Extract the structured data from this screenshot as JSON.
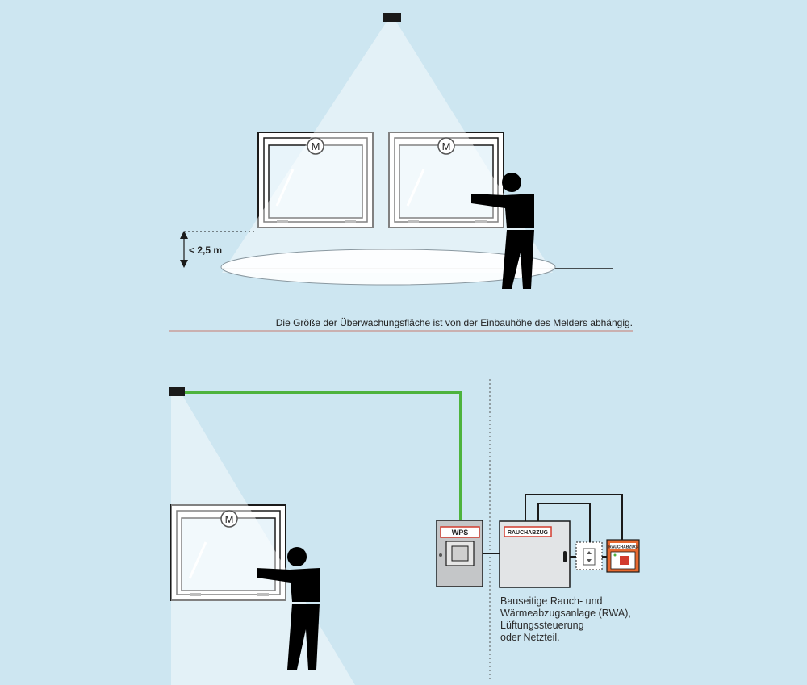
{
  "top": {
    "height_label": "< 2,5 m",
    "motor_label": "M",
    "caption": "Die Größe der Überwachungsfläche ist von der Einbauhöhe des Melders abhängig."
  },
  "bottom": {
    "motor_label": "M",
    "wps_label": "WPS",
    "panel_label": "RAUCHABZUG",
    "button_label": "RAUCHABZUG",
    "note_lines": [
      "Bauseitige Rauch- und",
      "Wärmeabzugsanlage (RWA),",
      "Lüftungssteuerung",
      "oder Netzteil."
    ]
  },
  "colors": {
    "background": "#cde6f1",
    "cable_green": "#4db33d",
    "label_red": "#d23b2e",
    "button_orange": "#e8692f"
  }
}
